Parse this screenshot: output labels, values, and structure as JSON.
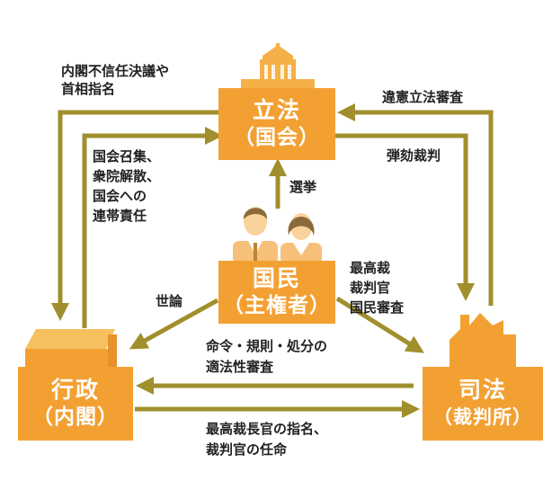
{
  "nodes": {
    "legislature": {
      "title": "立法",
      "sub": "（国会）"
    },
    "cabinet": {
      "title": "行政",
      "sub": "（内閣）"
    },
    "judiciary": {
      "title": "司法",
      "sub": "（裁判所）"
    },
    "people": {
      "title": "国民",
      "sub": "（主権者）"
    }
  },
  "labels": {
    "no_confidence": "内閣不信任決議や\n首相指名",
    "diet_convocation": "国会召集、\n衆院解散、\n国会への\n連帯責任",
    "judicial_review": "違憲立法審査",
    "impeachment": "弾劾裁判",
    "election": "選挙",
    "public_opinion": "世論",
    "national_review": "最高裁\n裁判官\n国民審査",
    "legality_review": "命令・規則・処分の\n適法性審査",
    "appointment": "最高裁長官の指名、\n裁判官の任命"
  },
  "colors": {
    "arrow": "#a08f2c",
    "node": "#f3a033",
    "building": "#f5b048",
    "people_skin": "#f6c47e"
  }
}
